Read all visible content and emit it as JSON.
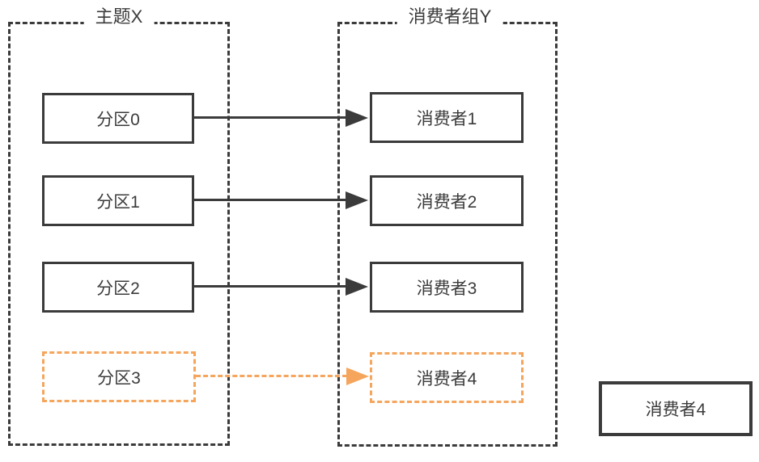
{
  "diagram": {
    "topic": {
      "title": "主题X"
    },
    "group": {
      "title": "消费者组Y"
    },
    "partitions": [
      {
        "label": "分区0",
        "style": "solid"
      },
      {
        "label": "分区1",
        "style": "solid"
      },
      {
        "label": "分区2",
        "style": "solid"
      },
      {
        "label": "分区3",
        "style": "dashed-orange"
      }
    ],
    "consumers": [
      {
        "label": "消费者1",
        "style": "solid"
      },
      {
        "label": "消费者2",
        "style": "solid"
      },
      {
        "label": "消费者3",
        "style": "solid"
      },
      {
        "label": "消费者4",
        "style": "dashed-orange"
      }
    ],
    "arrows": [
      {
        "from": "分区0",
        "to": "消费者1",
        "style": "solid"
      },
      {
        "from": "分区1",
        "to": "消费者2",
        "style": "solid"
      },
      {
        "from": "分区2",
        "to": "消费者3",
        "style": "solid"
      },
      {
        "from": "分区3",
        "to": "消费者4",
        "style": "dashed-orange"
      }
    ],
    "standalone_consumer": {
      "label": "消费者4"
    },
    "colors": {
      "line_dark": "#3b3b3b",
      "accent_orange": "#f5a55c",
      "background": "#ffffff"
    }
  }
}
